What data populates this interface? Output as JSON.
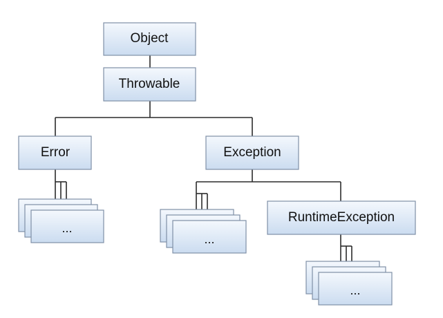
{
  "hierarchy": {
    "object": "Object",
    "throwable": "Throwable",
    "error": "Error",
    "exception": "Exception",
    "runtime_exception": "RuntimeException",
    "more": "..."
  },
  "colors": {
    "box_top": "#f4f8fd",
    "box_bottom": "#cbdcf0",
    "box_border": "#7f8fa6",
    "connector": "#2a2a2a"
  }
}
